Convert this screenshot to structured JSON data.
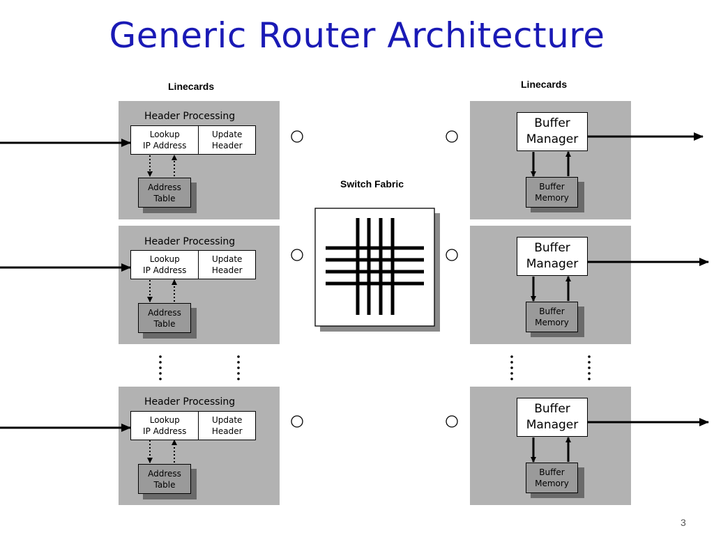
{
  "slide": {
    "title": "Generic Router Architecture",
    "page_number": "3"
  },
  "left_column": {
    "label": "Linecards",
    "cards": [
      {
        "header": "Header Processing",
        "lookup": "Lookup\nIP Address",
        "update": "Update\nHeader",
        "table": "Address\nTable"
      },
      {
        "header": "Header Processing",
        "lookup": "Lookup\nIP Address",
        "update": "Update\nHeader",
        "table": "Address\nTable"
      },
      {
        "header": "Header Processing",
        "lookup": "Lookup\nIP Address",
        "update": "Update\nHeader",
        "table": "Address\nTable"
      }
    ]
  },
  "right_column": {
    "label": "Linecards",
    "cards": [
      {
        "manager": "Buffer\nManager",
        "memory": "Buffer\nMemory"
      },
      {
        "manager": "Buffer\nManager",
        "memory": "Buffer\nMemory"
      },
      {
        "manager": "Buffer\nManager",
        "memory": "Buffer\nMemory"
      }
    ]
  },
  "switch_fabric": {
    "label": "Switch Fabric"
  }
}
